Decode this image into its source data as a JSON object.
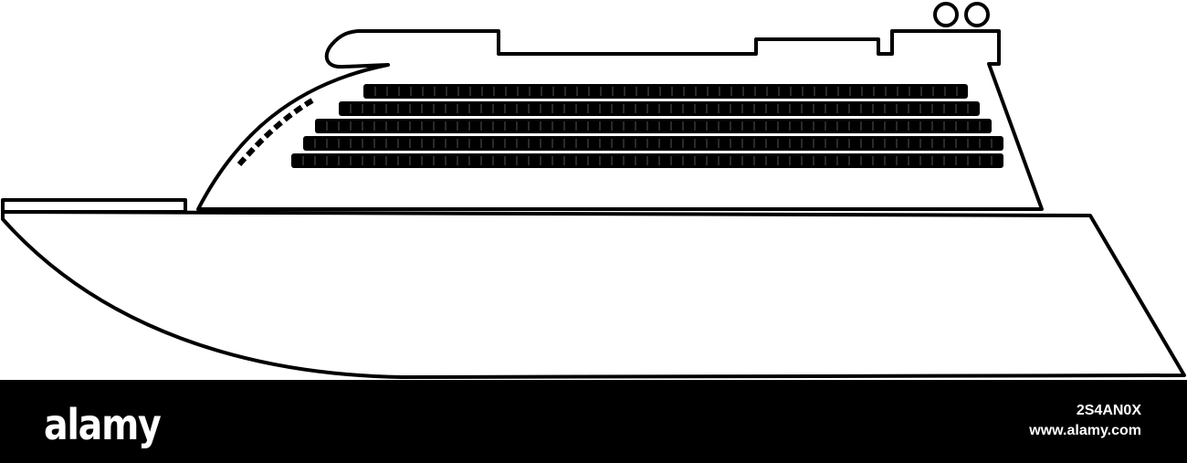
{
  "illustration": {
    "subject": "cruise-ship-outline-icon",
    "stroke_color": "#000000",
    "fill_color": "#ffffff",
    "window_rows": 5
  },
  "footer": {
    "background": "#000000",
    "text_color": "#ffffff",
    "brand": "alamy",
    "image_id": "2S4AN0X",
    "url": "www.alamy.com"
  }
}
